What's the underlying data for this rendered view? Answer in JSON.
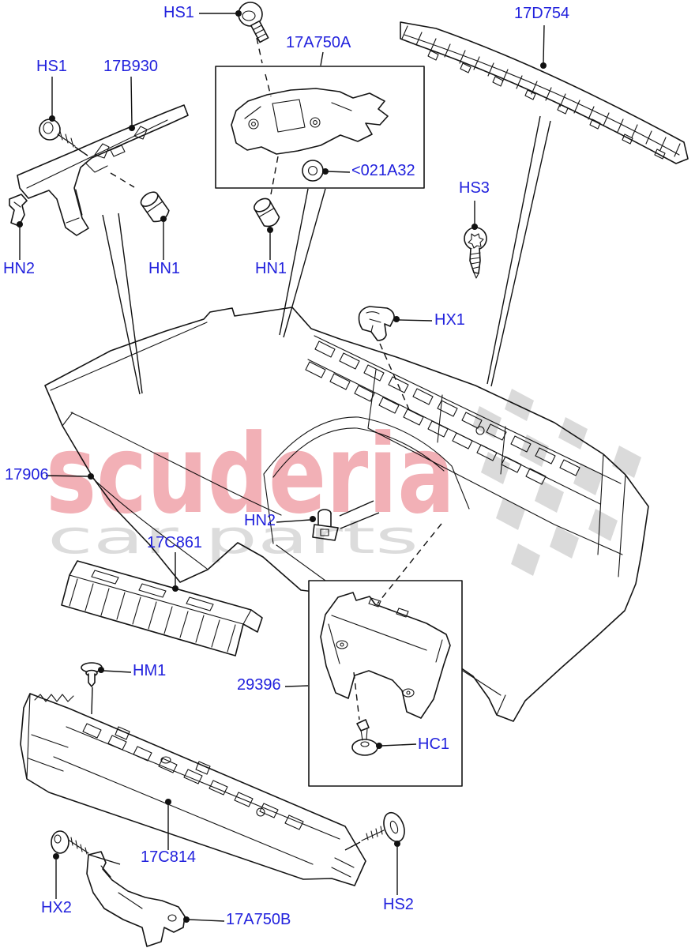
{
  "diagram": {
    "type": "exploded-parts-diagram",
    "subject": "rear-bumper",
    "label_color": "#2222dd",
    "line_color": "#141414",
    "background": "#ffffff",
    "labels": {
      "hs1_top": "HS1",
      "a17a750a": "17A750A",
      "d17d754": "17D754",
      "hs1_left": "HS1",
      "b17b930": "17B930",
      "c021a32": "<021A32",
      "hs3": "HS3",
      "hn2_left": "HN2",
      "hn1_a": "HN1",
      "hn1_b": "HN1",
      "hx1": "HX1",
      "p17906": "17906",
      "hn2_mid": "HN2",
      "c17c861": "17C861",
      "hm1": "HM1",
      "p29396": "29396",
      "hc1": "HC1",
      "c17c814": "17C814",
      "hx2": "HX2",
      "a17a750b": "17A750B",
      "hs2": "HS2"
    }
  },
  "watermark": {
    "brand": "scuderia",
    "subtitle": "car parts",
    "brand_color": "#f2b0b6",
    "subtitle_color": "#dcdcdc",
    "checker_color": "#dadada"
  }
}
